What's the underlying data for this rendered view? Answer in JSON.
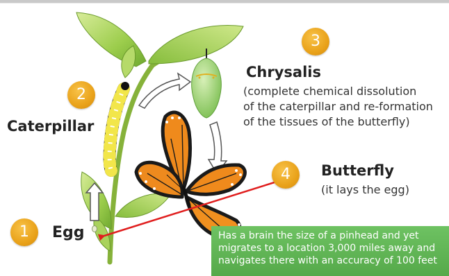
{
  "stages": {
    "egg": {
      "number": "1",
      "label": "Egg"
    },
    "caterpillar": {
      "number": "2",
      "label": "Caterpillar"
    },
    "chrysalis": {
      "number": "3",
      "label": "Chrysalis",
      "description": [
        "(complete chemical dissolution",
        "of the caterpillar and re-formation",
        "of the tissues of the butterfly)"
      ]
    },
    "butterfly": {
      "number": "4",
      "label": "Butterfly",
      "description": "(it lays the egg)"
    }
  },
  "fact_box": {
    "lines": [
      "Has a brain the size of a pinhead and yet",
      "migrates to a location 3,000 miles away and",
      "navigates there with an accuracy of 100 feet"
    ]
  },
  "colors": {
    "badge": "#e9a21a",
    "pointer_arrow": "#e01e1e",
    "fact_box": "#5cb350",
    "leaf": "#8cc63f",
    "chrysalis": "#9fd47a",
    "wing_orange": "#ef8a1c"
  }
}
